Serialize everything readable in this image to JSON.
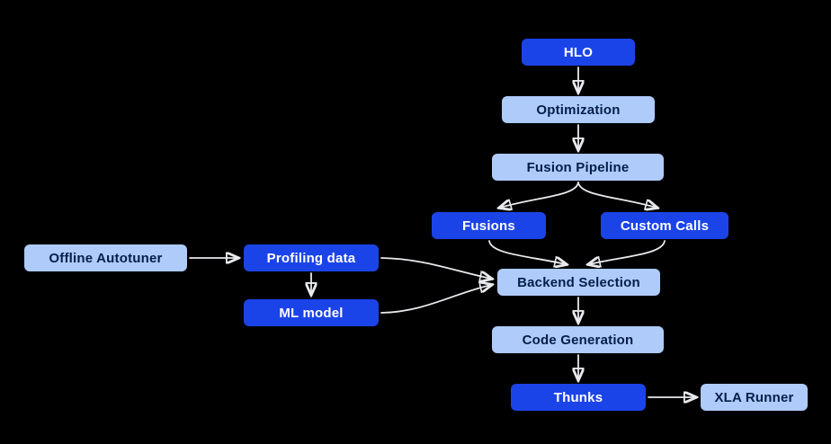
{
  "diagram": {
    "title": "XLA compilation pipeline flowchart",
    "colors": {
      "background": "#000000",
      "primary_fill": "#1B44E8",
      "primary_text": "#FFFFFF",
      "secondary_fill": "#AECBFA",
      "secondary_text": "#041E49",
      "arrow": "#E8EAED"
    },
    "nodes": {
      "hlo": {
        "label": "HLO",
        "style": "primary"
      },
      "optimization": {
        "label": "Optimization",
        "style": "secondary"
      },
      "fusion_pipeline": {
        "label": "Fusion Pipeline",
        "style": "secondary"
      },
      "fusions": {
        "label": "Fusions",
        "style": "primary"
      },
      "custom_calls": {
        "label": "Custom Calls",
        "style": "primary"
      },
      "offline_autotuner": {
        "label": "Offline Autotuner",
        "style": "secondary"
      },
      "profiling_data": {
        "label": "Profiling data",
        "style": "primary"
      },
      "ml_model": {
        "label": "ML model",
        "style": "primary"
      },
      "backend_selection": {
        "label": "Backend Selection",
        "style": "secondary"
      },
      "code_generation": {
        "label": "Code Generation",
        "style": "secondary"
      },
      "thunks": {
        "label": "Thunks",
        "style": "primary"
      },
      "xla_runner": {
        "label": "XLA Runner",
        "style": "secondary"
      }
    },
    "edges": [
      {
        "from": "hlo",
        "to": "optimization"
      },
      {
        "from": "optimization",
        "to": "fusion_pipeline"
      },
      {
        "from": "fusion_pipeline",
        "to": "fusions"
      },
      {
        "from": "fusion_pipeline",
        "to": "custom_calls"
      },
      {
        "from": "fusions",
        "to": "backend_selection"
      },
      {
        "from": "custom_calls",
        "to": "backend_selection"
      },
      {
        "from": "offline_autotuner",
        "to": "profiling_data"
      },
      {
        "from": "profiling_data",
        "to": "ml_model"
      },
      {
        "from": "profiling_data",
        "to": "backend_selection"
      },
      {
        "from": "ml_model",
        "to": "backend_selection"
      },
      {
        "from": "backend_selection",
        "to": "code_generation"
      },
      {
        "from": "code_generation",
        "to": "thunks"
      },
      {
        "from": "thunks",
        "to": "xla_runner"
      }
    ]
  }
}
